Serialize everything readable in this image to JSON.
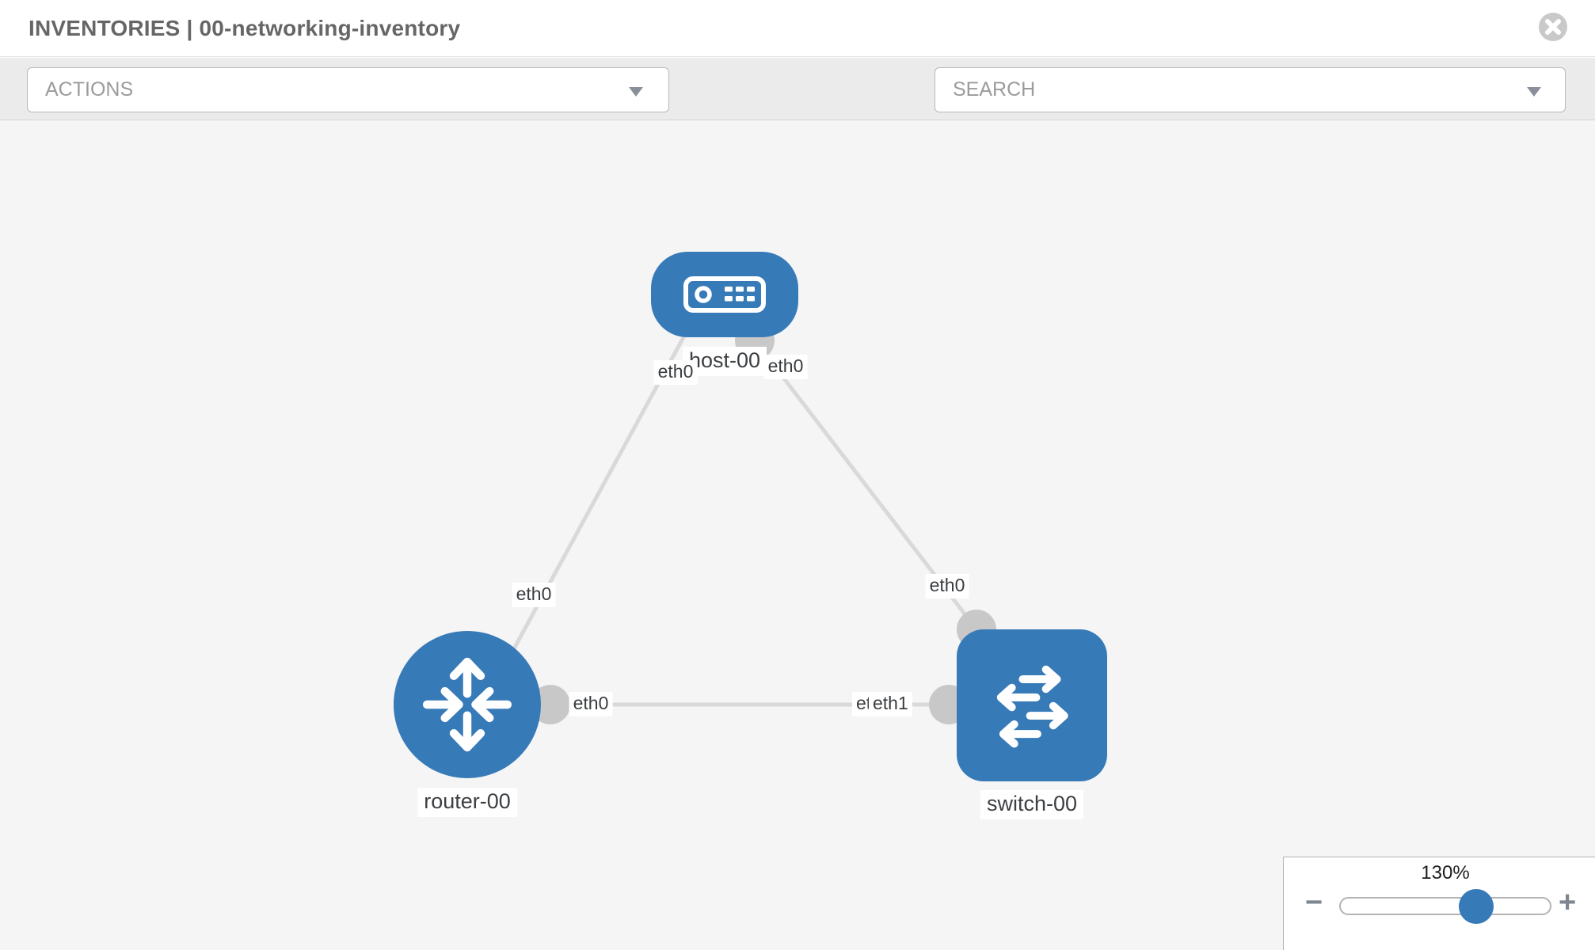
{
  "header": {
    "title": "INVENTORIES | 00-networking-inventory"
  },
  "toolbar": {
    "actions_label": "ACTIONS",
    "search_label": "SEARCH",
    "icons": [
      "wrench-icon",
      "key-icon"
    ]
  },
  "topology": {
    "nodes": [
      {
        "id": "host-00",
        "type": "host",
        "label": "host-00"
      },
      {
        "id": "router-00",
        "type": "router",
        "label": "router-00"
      },
      {
        "id": "switch-00",
        "type": "switch",
        "label": "switch-00"
      }
    ],
    "links": [
      {
        "from": "host-00",
        "to": "router-00",
        "from_port": "eth0",
        "to_port": "eth0"
      },
      {
        "from": "host-00",
        "to": "switch-00",
        "from_port": "eth0",
        "to_port": "eth0"
      },
      {
        "from": "router-00",
        "to": "switch-00",
        "from_port": "eth0",
        "to_port_back": "eth0",
        "to_port_front": "eth1"
      }
    ]
  },
  "zoom_control": {
    "level": "130%",
    "minus_glyph": "−",
    "plus_glyph": "+"
  },
  "colors": {
    "node_blue": "#377ab8",
    "canvas_bg": "#f5f5f5",
    "toolbar_bg": "#ebebeb",
    "link_gray": "#d9d9d9",
    "connector_gray": "#c8c8c8",
    "icon_slate": "#7b8591"
  }
}
